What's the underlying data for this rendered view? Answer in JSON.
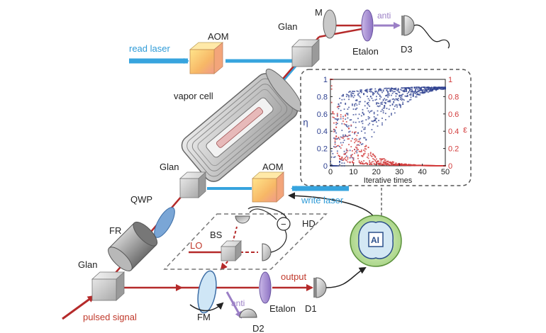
{
  "labels": {
    "read_laser": "read laser",
    "write_laser": "write laser",
    "aom_top": "AOM",
    "aom_bottom": "AOM",
    "glan_top": "Glan",
    "glan_mid": "Glan",
    "glan_bottom": "Glan",
    "m": "M",
    "anti_top": "anti",
    "anti_bottom": "anti",
    "etalon_top": "Etalon",
    "etalon_bottom": "Etalon",
    "d1": "D1",
    "d2": "D2",
    "d3": "D3",
    "vapor_cell": "vapor cell",
    "qwp": "QWP",
    "fr": "FR",
    "fm": "FM",
    "bs": "BS",
    "lo": "LO",
    "hd": "HD",
    "output": "output",
    "pulsed_signal": "pulsed signal",
    "ai": "AI",
    "minus": "−"
  },
  "colors": {
    "blue_beam": "#37a4de",
    "red_beam": "#b52a2a",
    "purple_beam": "#9b7fc6",
    "eta_series": "#2c3f8f",
    "eps_series": "#d23b3b"
  },
  "chart_data": {
    "type": "scatter",
    "xlabel": "Iterative times",
    "ylabel_left": "η",
    "ylabel_right": "ε",
    "xlim": [
      0,
      50
    ],
    "ylim_left": [
      0,
      1
    ],
    "ylim_right": [
      0,
      1
    ],
    "x_ticks": [
      "0",
      "10",
      "20",
      "30",
      "40",
      "50"
    ],
    "y_ticks_left": [
      "0",
      "0.2",
      "0.4",
      "0.6",
      "0.8",
      "1"
    ],
    "y_ticks_right": [
      "0",
      "0.2",
      "0.4",
      "0.6",
      "0.8",
      "1"
    ],
    "grid": false,
    "series": [
      {
        "name": "η",
        "axis": "left",
        "trend": [
          [
            0,
            0.05
          ],
          [
            2,
            0.55
          ],
          [
            4,
            0.78
          ],
          [
            6,
            0.84
          ],
          [
            8,
            0.86
          ],
          [
            10,
            0.87
          ],
          [
            14,
            0.88
          ],
          [
            18,
            0.89
          ],
          [
            22,
            0.895
          ],
          [
            26,
            0.9
          ],
          [
            30,
            0.9
          ],
          [
            34,
            0.905
          ],
          [
            38,
            0.91
          ],
          [
            42,
            0.91
          ],
          [
            46,
            0.91
          ],
          [
            50,
            0.91
          ]
        ],
        "spread": [
          [
            0,
            0.95
          ],
          [
            5,
            0.9
          ],
          [
            10,
            0.8
          ],
          [
            15,
            0.65
          ],
          [
            20,
            0.5
          ],
          [
            25,
            0.35
          ],
          [
            30,
            0.25
          ],
          [
            35,
            0.15
          ],
          [
            40,
            0.08
          ],
          [
            45,
            0.04
          ],
          [
            50,
            0.02
          ]
        ]
      },
      {
        "name": "ε",
        "axis": "right",
        "trend": [
          [
            0,
            0.9
          ],
          [
            2,
            0.2
          ],
          [
            4,
            0.08
          ],
          [
            8,
            0.04
          ],
          [
            15,
            0.02
          ],
          [
            25,
            0.01
          ],
          [
            50,
            0.0
          ]
        ],
        "spread": [
          [
            0,
            0.9
          ],
          [
            5,
            0.6
          ],
          [
            10,
            0.4
          ],
          [
            15,
            0.25
          ],
          [
            20,
            0.12
          ],
          [
            25,
            0.05
          ],
          [
            30,
            0.02
          ],
          [
            40,
            0.0
          ],
          [
            50,
            0.0
          ]
        ]
      }
    ]
  }
}
